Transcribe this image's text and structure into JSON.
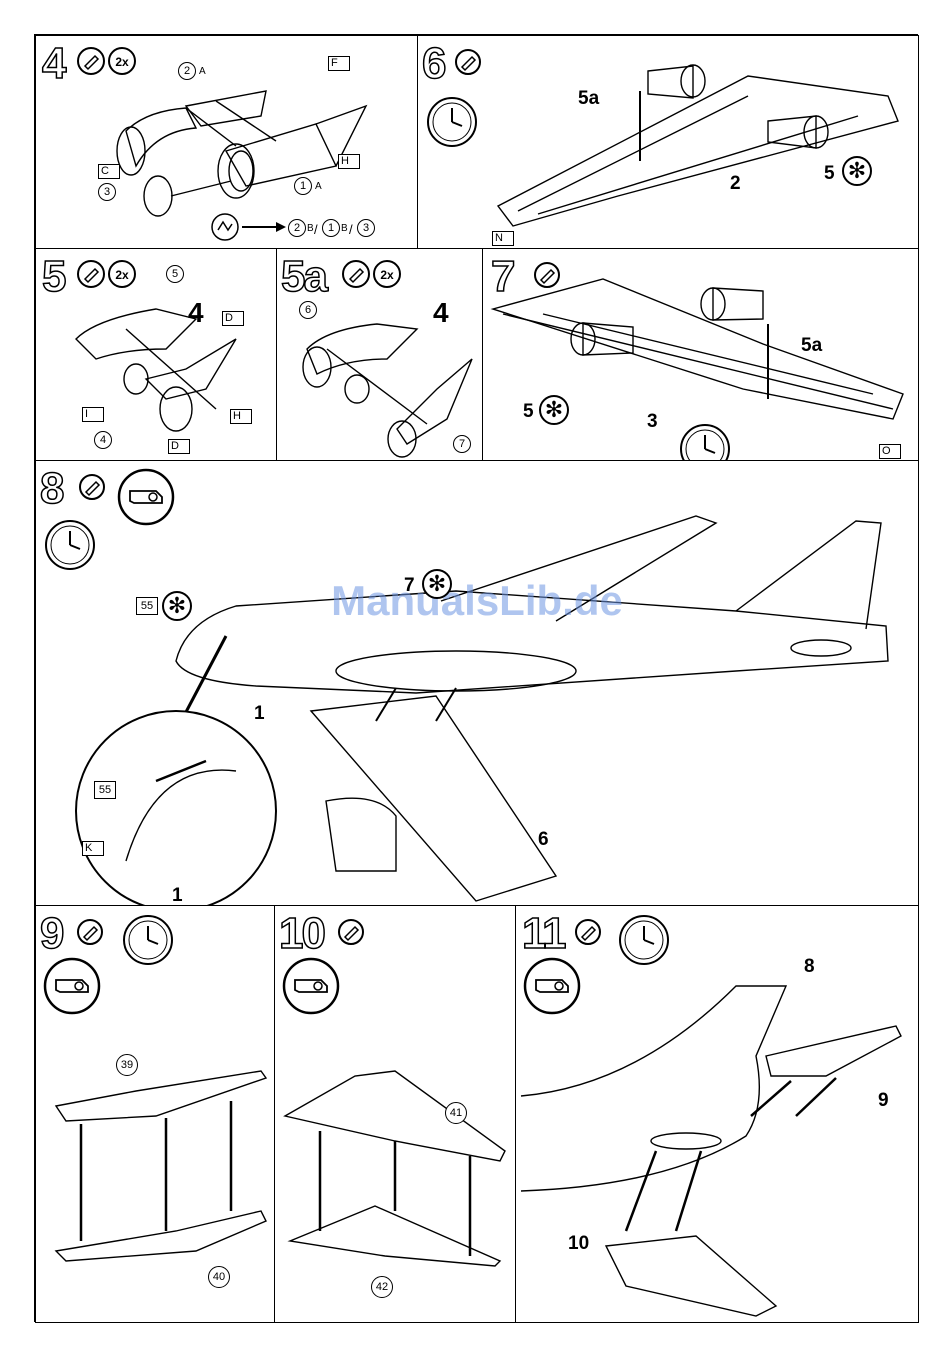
{
  "watermark": "ManualsLib.de",
  "steps": {
    "s4": {
      "number": "4",
      "qty": "2x"
    },
    "s5": {
      "number": "5",
      "qty": "2x"
    },
    "s5a": {
      "number": "5a",
      "qty": "2x"
    },
    "s6": {
      "number": "6"
    },
    "s7": {
      "number": "7"
    },
    "s8": {
      "number": "8"
    },
    "s9": {
      "number": "9"
    },
    "s10": {
      "number": "10"
    },
    "s11": {
      "number": "11"
    }
  },
  "labels": {
    "p4": {
      "part2": "2",
      "part2sub": "A",
      "part1": "1",
      "part1sub": "A",
      "part3": "3",
      "flagF": "F",
      "flagH": "H",
      "flagC": "C",
      "alt_a": "2",
      "alt_a_sub": "B",
      "alt_b": "1",
      "alt_b_sub": "B",
      "alt_c": "3",
      "slash": "/"
    },
    "p6": {
      "n5a": "5a",
      "n2": "2",
      "n5": "5",
      "flagN": "N"
    },
    "p5": {
      "part5": "5",
      "part4": "4",
      "n4": "4",
      "flagD1": "D",
      "flagI": "I",
      "flagH": "H",
      "flagD2": "D"
    },
    "p5a": {
      "part6": "6",
      "part7": "7",
      "n4": "4"
    },
    "p7": {
      "n5a": "5a",
      "n5": "5",
      "n3": "3",
      "flagO": "O"
    },
    "p8": {
      "n7": "7",
      "ref55": "55",
      "n1": "1",
      "n6": "6",
      "zoom55": "55",
      "zoomK": "K",
      "zoom1": "1"
    },
    "p9": {
      "part39": "39",
      "part40": "40"
    },
    "p10": {
      "part41": "41",
      "part42": "42"
    },
    "p11": {
      "n8": "8",
      "n9": "9",
      "n10": "10"
    }
  },
  "icons": {
    "glue": "glue-tube-icon",
    "clock": "drying-time-clock-icon",
    "decal": "decal-water-icon",
    "paint": "paint-asterisk-icon"
  },
  "colors": {
    "line": "#000000",
    "paper": "#ffffff",
    "watermark": "#6e96e1"
  }
}
